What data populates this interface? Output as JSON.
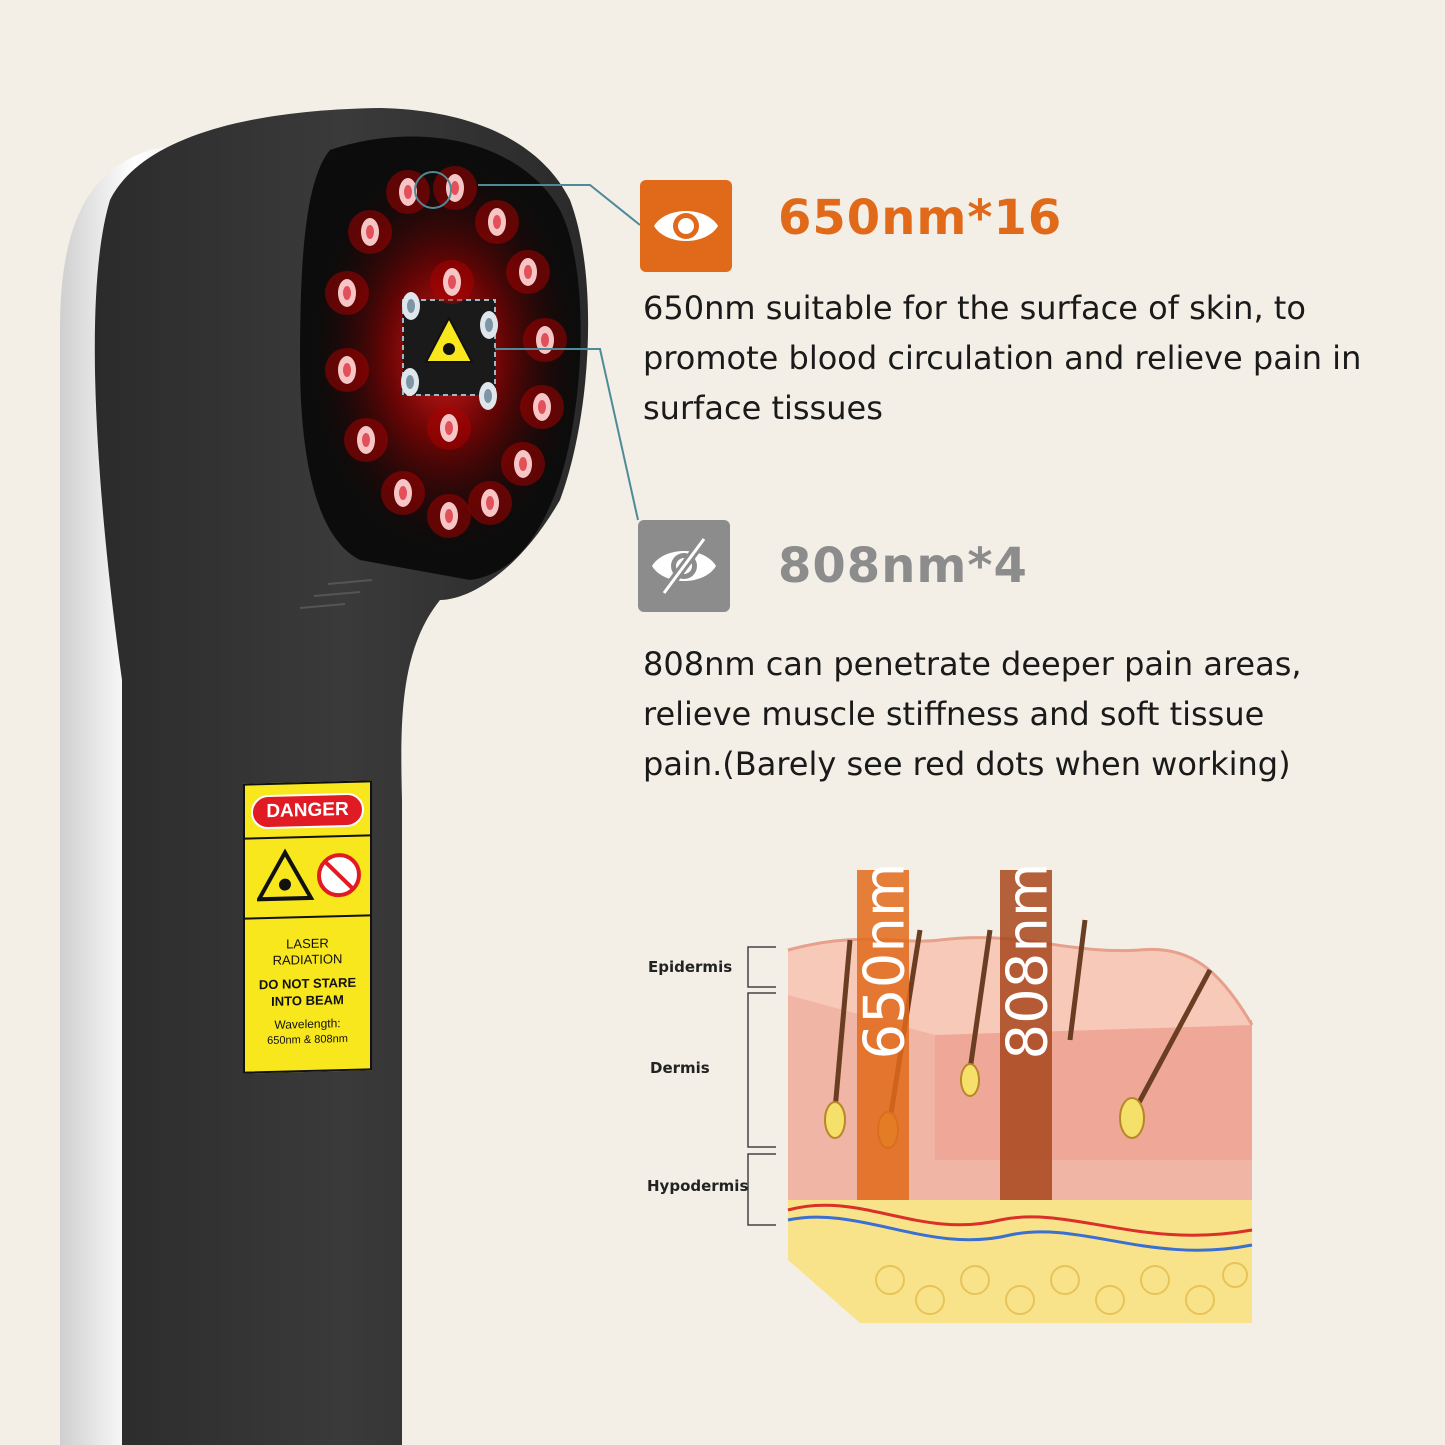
{
  "features": [
    {
      "title": "650nm*16",
      "title_color": "#e06a1a",
      "icon": "eye-icon",
      "icon_bg": "#e06a1a",
      "description_lines": [
        "650nm suitable for the surface of skin, to",
        "promote blood circulation and relieve pain in",
        "surface tissues"
      ]
    },
    {
      "title": "808nm*4",
      "title_color": "#8c8c8c",
      "icon": "eye-slash-icon",
      "icon_bg": "#8c8c8c",
      "description_lines": [
        "808nm can penetrate deeper pain areas,",
        "relieve muscle stiffness and soft tissue",
        "pain.(Barely see red dots when working)"
      ]
    }
  ],
  "danger_label": {
    "header": "DANGER",
    "line1": "LASER",
    "line2": "RADIATION",
    "line3": "DO NOT STARE",
    "line4": "INTO BEAM",
    "line5": "Wavelength:",
    "line6": "650nm & 808nm"
  },
  "skin_diagram": {
    "layers": [
      "Epidermis",
      "Dermis",
      "Hypodermis"
    ],
    "beams": [
      {
        "label": "650nm",
        "color": "#e06a1a"
      },
      {
        "label": "808nm",
        "color": "#a8461c"
      }
    ]
  }
}
